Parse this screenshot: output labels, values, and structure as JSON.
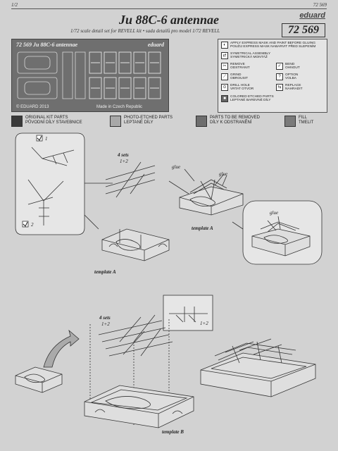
{
  "header": {
    "page_left": "1/2",
    "page_right": "72 569",
    "title": "Ju 88C-6 antennae",
    "subtitle": "1/72 scale detail set for REVELL kit  •  sada detailů pro model 1/72 REVELL",
    "brand": "eduard",
    "part_number": "72 569"
  },
  "fret": {
    "label_left": "72 569   Ju 88C-6 antennae",
    "label_right": "eduard",
    "copyright": "© EDUARD 2013",
    "made_in": "Made in Czech Republic"
  },
  "legend": [
    {
      "icon": "mask-icon",
      "glyph": "◐",
      "text": "APPLY EXPRESS MASK AND PAINT BEFORE GLUING\nPOUŽIJ EXPRESS MASK NABARVIT PŘED SLEPENÍM"
    },
    {
      "icon": "symmetrical-icon",
      "glyph": "⇄",
      "text": "SYMETRICAL ASSEMBLY\nSYMETRICKÁ MONTÁŽ"
    },
    {
      "icon": "remove-icon",
      "glyph": "✂",
      "text": "REMOVE\nODSTRANIT"
    },
    {
      "icon": "bend-icon",
      "glyph": "✓",
      "text": "BEND\nOHNOUT"
    },
    {
      "icon": "grind-icon",
      "glyph": "⟋",
      "text": "GRIND\nOBROUSIT"
    },
    {
      "icon": "option-icon",
      "glyph": "?",
      "text": "OPTION\nVOLBA"
    },
    {
      "icon": "drill-icon",
      "glyph": "⊙",
      "text": "DRILL HOLE\nVRTAT OTVOR"
    },
    {
      "icon": "replace-icon",
      "glyph": "⇆",
      "text": "REPLACE\nNAHRADIT"
    },
    {
      "icon": "colored-parts-icon",
      "glyph": "■",
      "text": "COLORED ETCHED PARTS\nLEPTANÉ BAREVNÉ DÍLY"
    }
  ],
  "key": [
    {
      "text": "ORIGINAL KIT PARTS\nPŮVODNÍ DÍLY STAVEBNICE",
      "color": "#3a3a3a"
    },
    {
      "text": "PHOTO-ETCHED PARTS\nLEPTANÉ DÍLY",
      "color": "#a8a8a8"
    },
    {
      "text": "PARTS TO BE REMOVED\nDÍLY K ODSTRANĚNÍ",
      "color": "#6e6e6e"
    },
    {
      "text": "FILL\nTMELIT",
      "color": "#7a7a7a"
    }
  ],
  "step1": {
    "sets_label": "4 sets",
    "sets_parts": "1+2",
    "glue_1": "glue",
    "glue_2": "glue",
    "glue_3": "glue",
    "template_a_1": "template A",
    "template_a_2": "template A",
    "part_1": "1",
    "part_2": "2"
  },
  "step2": {
    "sets_label": "4 sets",
    "sets_parts": "1+2",
    "detail_parts": "1+2",
    "template_b": "template B"
  }
}
